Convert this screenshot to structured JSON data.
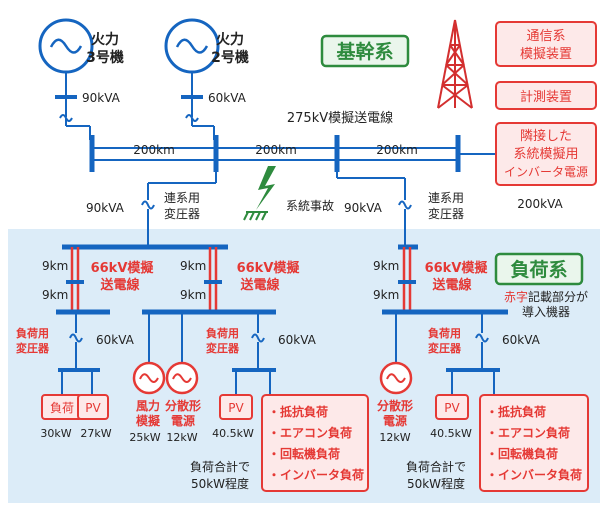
{
  "colors": {
    "bus": "#1565c0",
    "line": "#1565c0",
    "red": "#e53935",
    "red_dark": "#d32f2f",
    "green": "#2e8b3e",
    "green_fill": "#eaf6ec",
    "bg_light_blue": "#dcecf8",
    "pink_fill": "#fde9e9",
    "text": "#222222"
  },
  "labels": {
    "gen3": [
      "火力",
      "3号機"
    ],
    "gen2": [
      "火力",
      "2号機"
    ],
    "kiban": "基幹系",
    "fuka": "負荷系",
    "line275": "275kV模擬送電線",
    "km1": "200km",
    "km2": "200km",
    "km3": "200km",
    "tr_gen3": "90kVA",
    "tr_gen2": "60kVA",
    "tr_left": "90kVA",
    "tr_right": "90kVA",
    "link_tr_left": [
      "連系用",
      "変圧器"
    ],
    "link_tr_right": [
      "連系用",
      "変圧器"
    ],
    "fault": "系統事故",
    "box_comm": [
      "通信系",
      "模擬装置"
    ],
    "box_meas": "計測装置",
    "box_inv": [
      "隣接した",
      "系統模擬用",
      "インバータ電源"
    ],
    "inv_kva": "200kVA",
    "line66_a": [
      "66kV模擬",
      "送電線"
    ],
    "line66_b": [
      "66kV模擬",
      "送電線"
    ],
    "line66_c": [
      "66kV模擬",
      "送電線"
    ],
    "km9": "9km",
    "intro_note": [
      "赤字記載部分が",
      "導入機器"
    ],
    "load_tr": [
      "負荷用",
      "変圧器"
    ],
    "kva60": "60kVA",
    "load": "負荷",
    "pv": "PV",
    "wind": [
      "風力",
      "模擬"
    ],
    "dg": [
      "分散形",
      "電源"
    ],
    "p30": "30kW",
    "p27": "27kW",
    "p25": "25kW",
    "p12": "12kW",
    "p405": "40.5kW",
    "load_types": [
      "・抵抗負荷",
      "・エアコン負荷",
      "・回転機負荷",
      "・インバータ負荷"
    ],
    "total_note": [
      "負荷合計で",
      "50kW程度"
    ]
  }
}
